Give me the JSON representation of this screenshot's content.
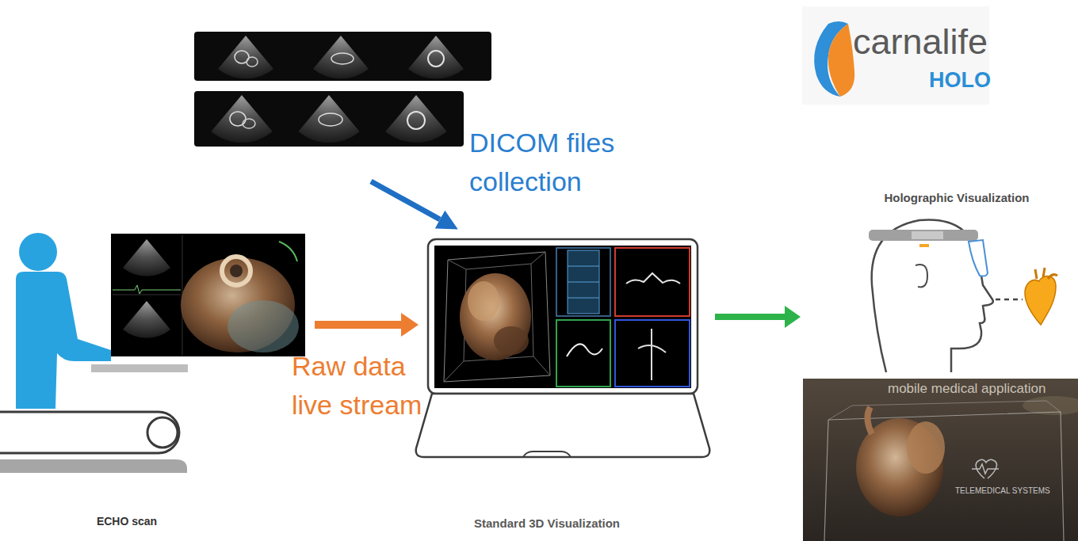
{
  "diagram": {
    "nodes": [
      {
        "text": [
          "ECHO scan"
        ]
      },
      {
        "text": [
          "Standard 3D Visualization"
        ]
      },
      {
        "text": [
          "Holographic Visualization"
        ]
      }
    ],
    "edges": [
      {
        "from": 0,
        "to": 1,
        "arrow": "to",
        "label": "Raw data live stream"
      },
      {
        "from": 1,
        "to": 2,
        "arrow": "to"
      }
    ],
    "labels": [
      "DICOM files collection",
      "carnalife",
      "HOLO",
      "mobile medical application",
      "TELEMEDICAL SYSTEMS"
    ]
  }
}
